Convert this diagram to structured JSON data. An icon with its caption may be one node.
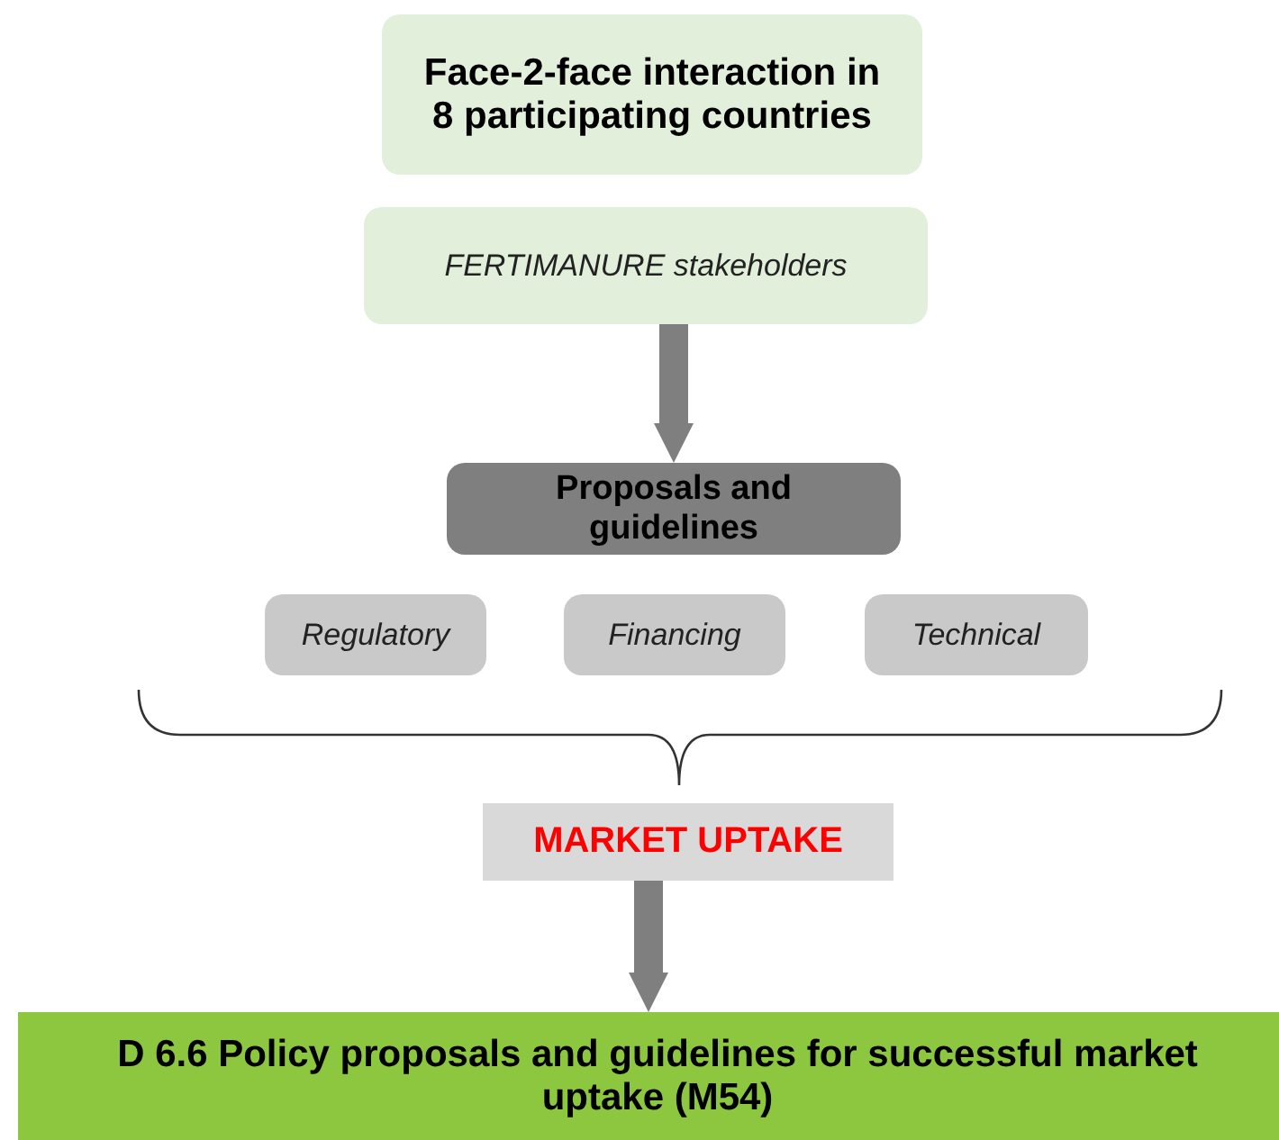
{
  "diagram": {
    "nodes": [
      {
        "text": [
          "Face-2-face interaction in 8 participating countries"
        ]
      },
      {
        "text": [
          "FERTIMANURE stakeholders"
        ]
      },
      {
        "text": [
          "Proposals and guidelines"
        ]
      },
      {
        "text": [
          "Regulatory"
        ]
      },
      {
        "text": [
          "Financing"
        ]
      },
      {
        "text": [
          "Technical"
        ]
      },
      {
        "text": [
          "MARKET UPTAKE"
        ]
      },
      {
        "text": [
          "D 6.6 Policy proposals and guidelines for successful market uptake (M54)"
        ]
      }
    ],
    "edges": [
      {
        "from": 1,
        "to": 2,
        "arrow": "to"
      },
      {
        "from": 6,
        "to": 7,
        "arrow": "to"
      }
    ]
  }
}
